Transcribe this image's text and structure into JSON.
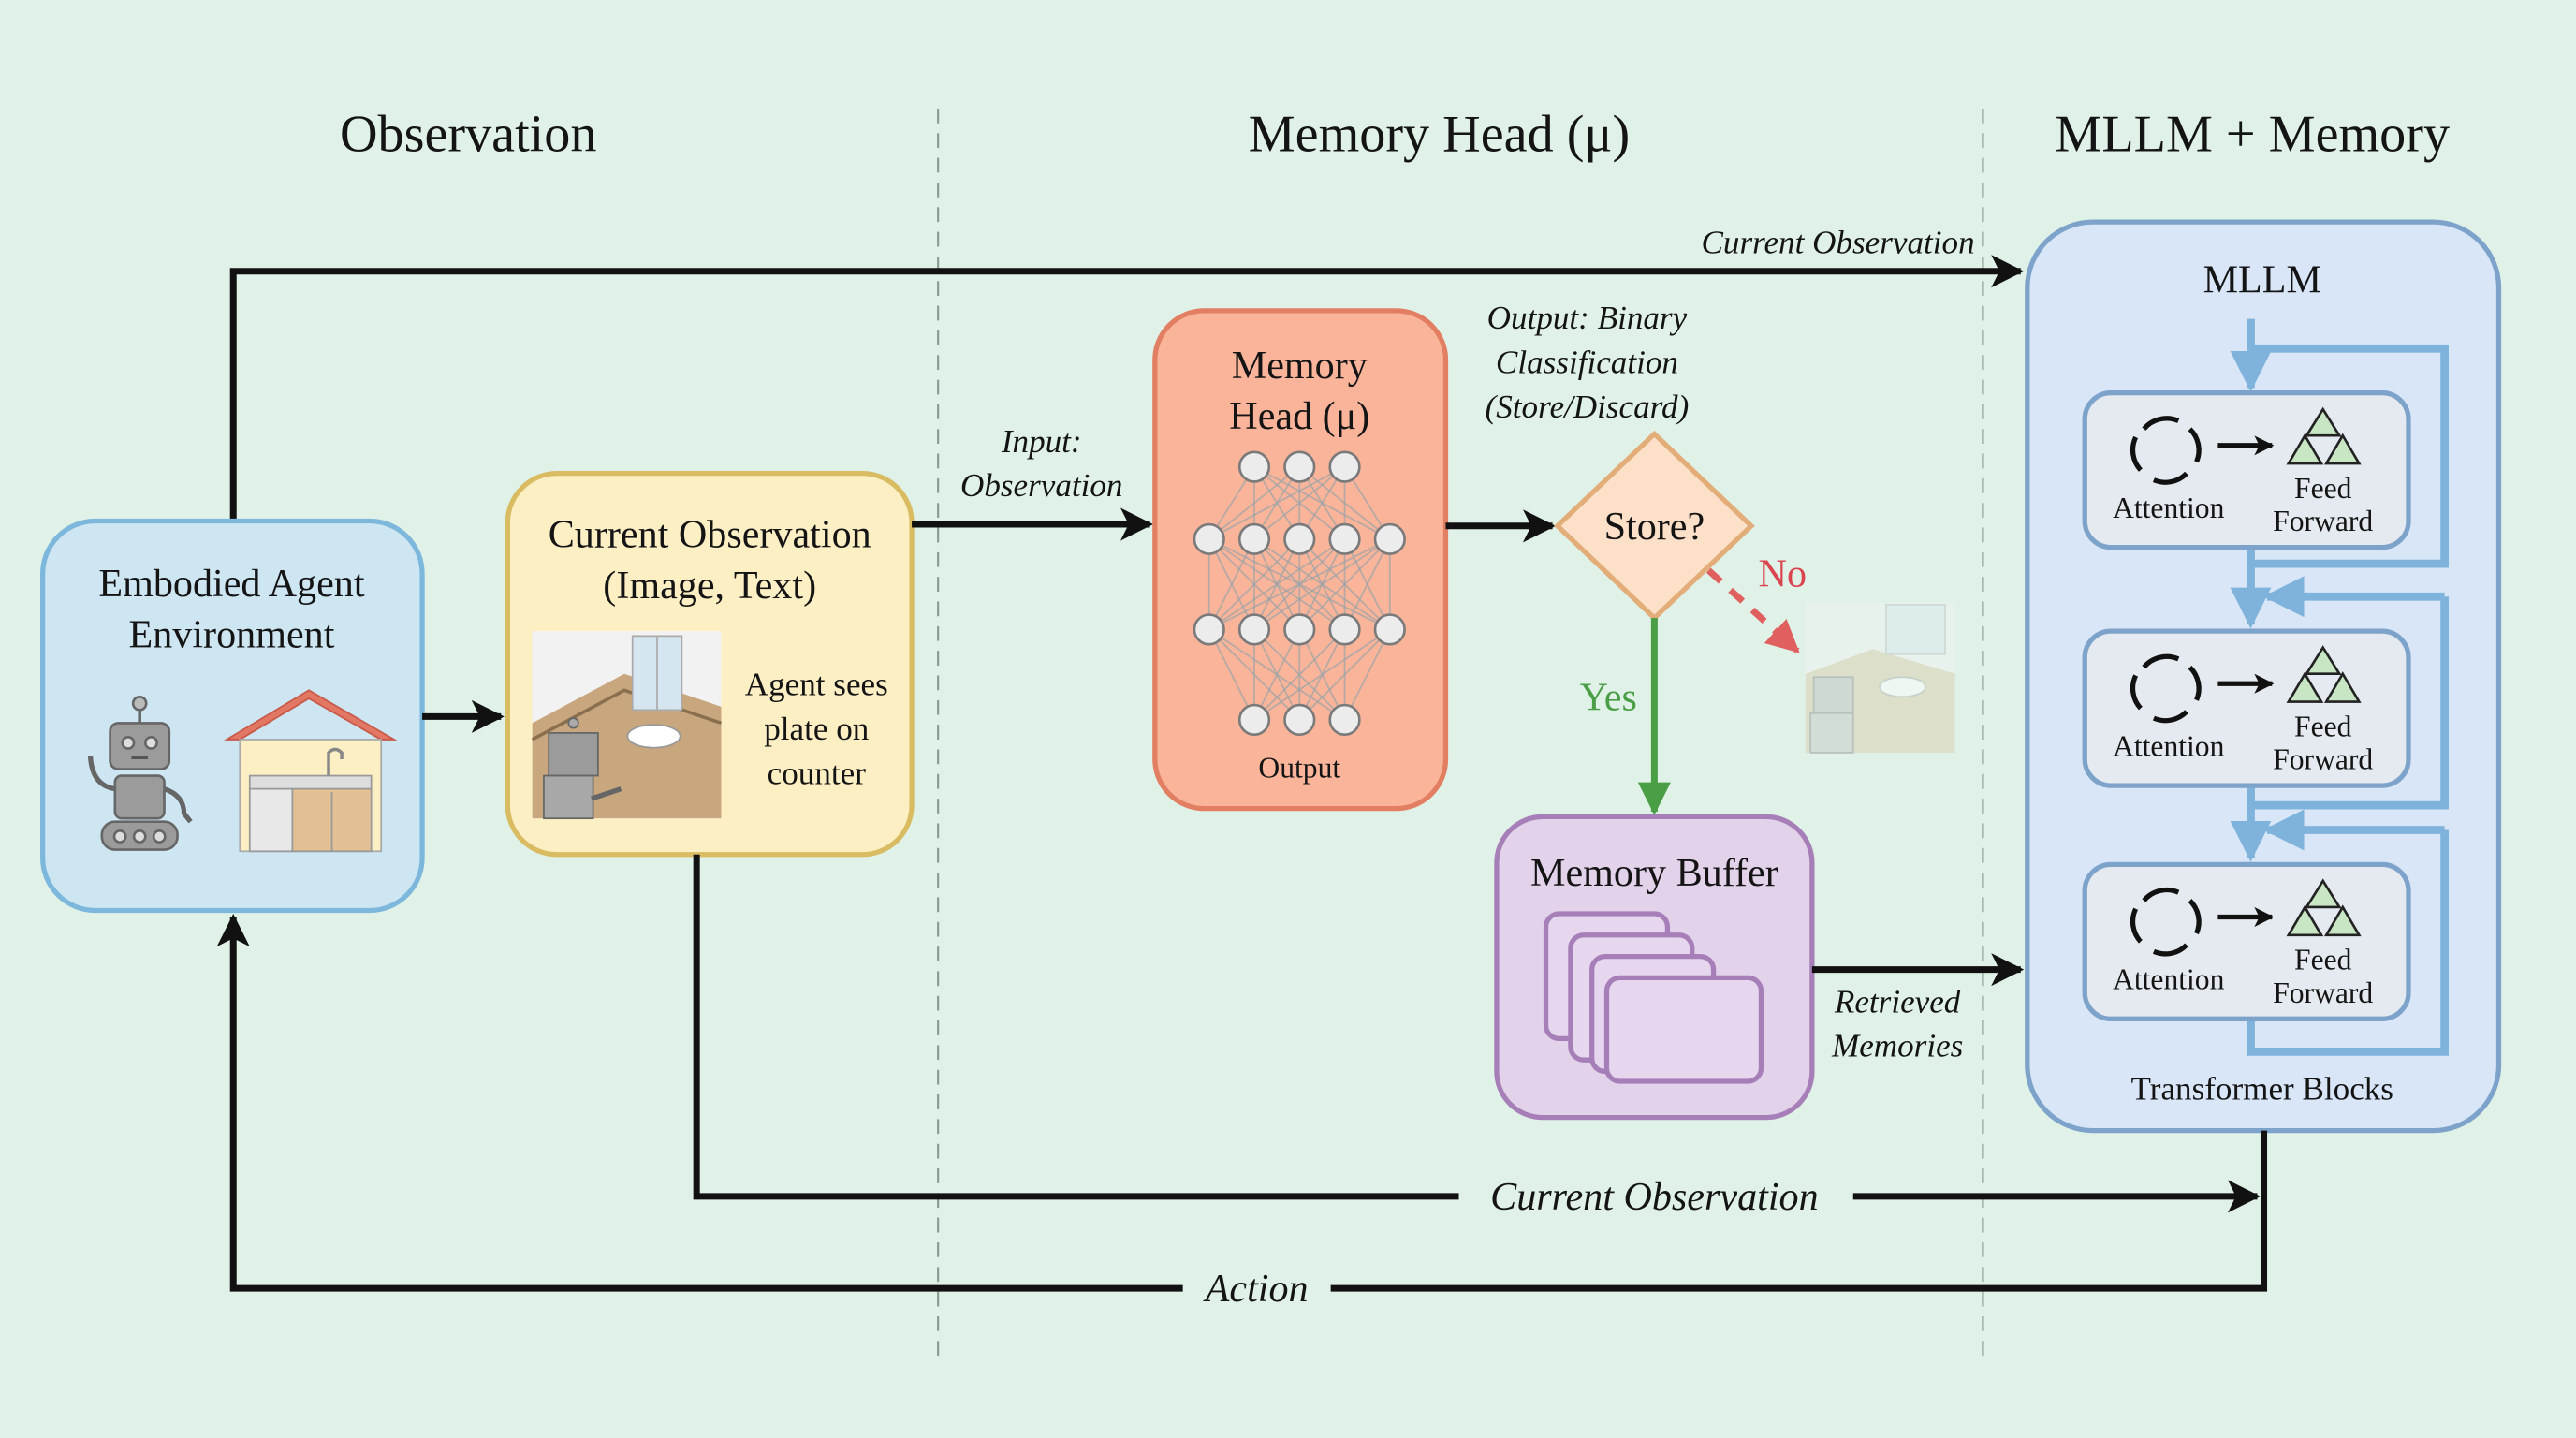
{
  "sections": {
    "observation": "Observation",
    "memory_head": "Memory Head (μ)",
    "mllm_memory": "MLLM + Memory"
  },
  "nodes": {
    "environment": {
      "line1": "Embodied Agent",
      "line2": "Environment"
    },
    "current_observation": {
      "line1": "Current Observation",
      "line2": "(Image, Text)",
      "caption": [
        "Agent sees",
        "plate on",
        "counter"
      ]
    },
    "memory_head": {
      "line1": "Memory",
      "line2": "Head (μ)",
      "output_label": "Output",
      "layers": [
        3,
        5,
        5,
        3
      ]
    },
    "decision": {
      "label": "Store?",
      "yes": "Yes",
      "no": "No"
    },
    "memory_buffer": {
      "label": "Memory Buffer"
    },
    "mllm": {
      "title": "MLLM",
      "blocks": [
        {
          "attention": "Attention",
          "ff_line1": "Feed",
          "ff_line2": "Forward"
        },
        {
          "attention": "Attention",
          "ff_line1": "Feed",
          "ff_line2": "Forward"
        },
        {
          "attention": "Attention",
          "ff_line1": "Feed",
          "ff_line2": "Forward"
        }
      ],
      "footer": "Transformer Blocks"
    }
  },
  "edge_labels": {
    "current_obs_top": "Current Observation",
    "input_obs_1": "Input:",
    "input_obs_2": "Observation",
    "output_binary_1": "Output: Binary",
    "output_binary_2": "Classification",
    "output_binary_3": "(Store/Discard)",
    "retrieved_1": "Retrieved",
    "retrieved_2": "Memories",
    "current_obs_bottom": "Current Observation",
    "action": "Action"
  },
  "colors": {
    "background": "#e0f2e8",
    "env_fill": "#cde6f2",
    "env_stroke": "#7db8dc",
    "obs_fill": "#fcefc4",
    "obs_stroke": "#d9bc62",
    "head_fill": "#f9b49a",
    "head_stroke": "#e27f62",
    "decision_fill": "#fde0c8",
    "decision_stroke": "#e2ad78",
    "buffer_fill": "#e2d2ea",
    "buffer_stroke": "#a77fb8",
    "mllm_fill": "#d8e6f8",
    "mllm_stroke": "#7ea3cb",
    "yes": "#4a9e45",
    "no": "#e06060"
  }
}
